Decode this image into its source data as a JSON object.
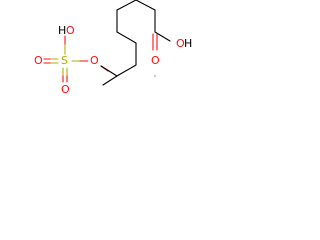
{
  "structure": {
    "atoms": {
      "sulfonic_oh": {
        "element": "O",
        "label_h": "H",
        "label_o": "O"
      },
      "sulfur": {
        "element": "S",
        "label": "S"
      },
      "sulfonyl_o_left": {
        "element": "O",
        "label": "O"
      },
      "sulfonyl_o_bottom": {
        "element": "O",
        "label": "O"
      },
      "ester_o": {
        "element": "O",
        "label": "O"
      },
      "acid_oh": {
        "element": "O",
        "label_o": "O",
        "label_h": "H"
      },
      "acid_carbonyl_o": {
        "element": "O",
        "label": "O"
      }
    }
  },
  "colors": {
    "carbon_bond": "#000000",
    "oxygen": "#ff0d0d",
    "sulfur": "#b2b200",
    "hydrogen": "#000000"
  }
}
